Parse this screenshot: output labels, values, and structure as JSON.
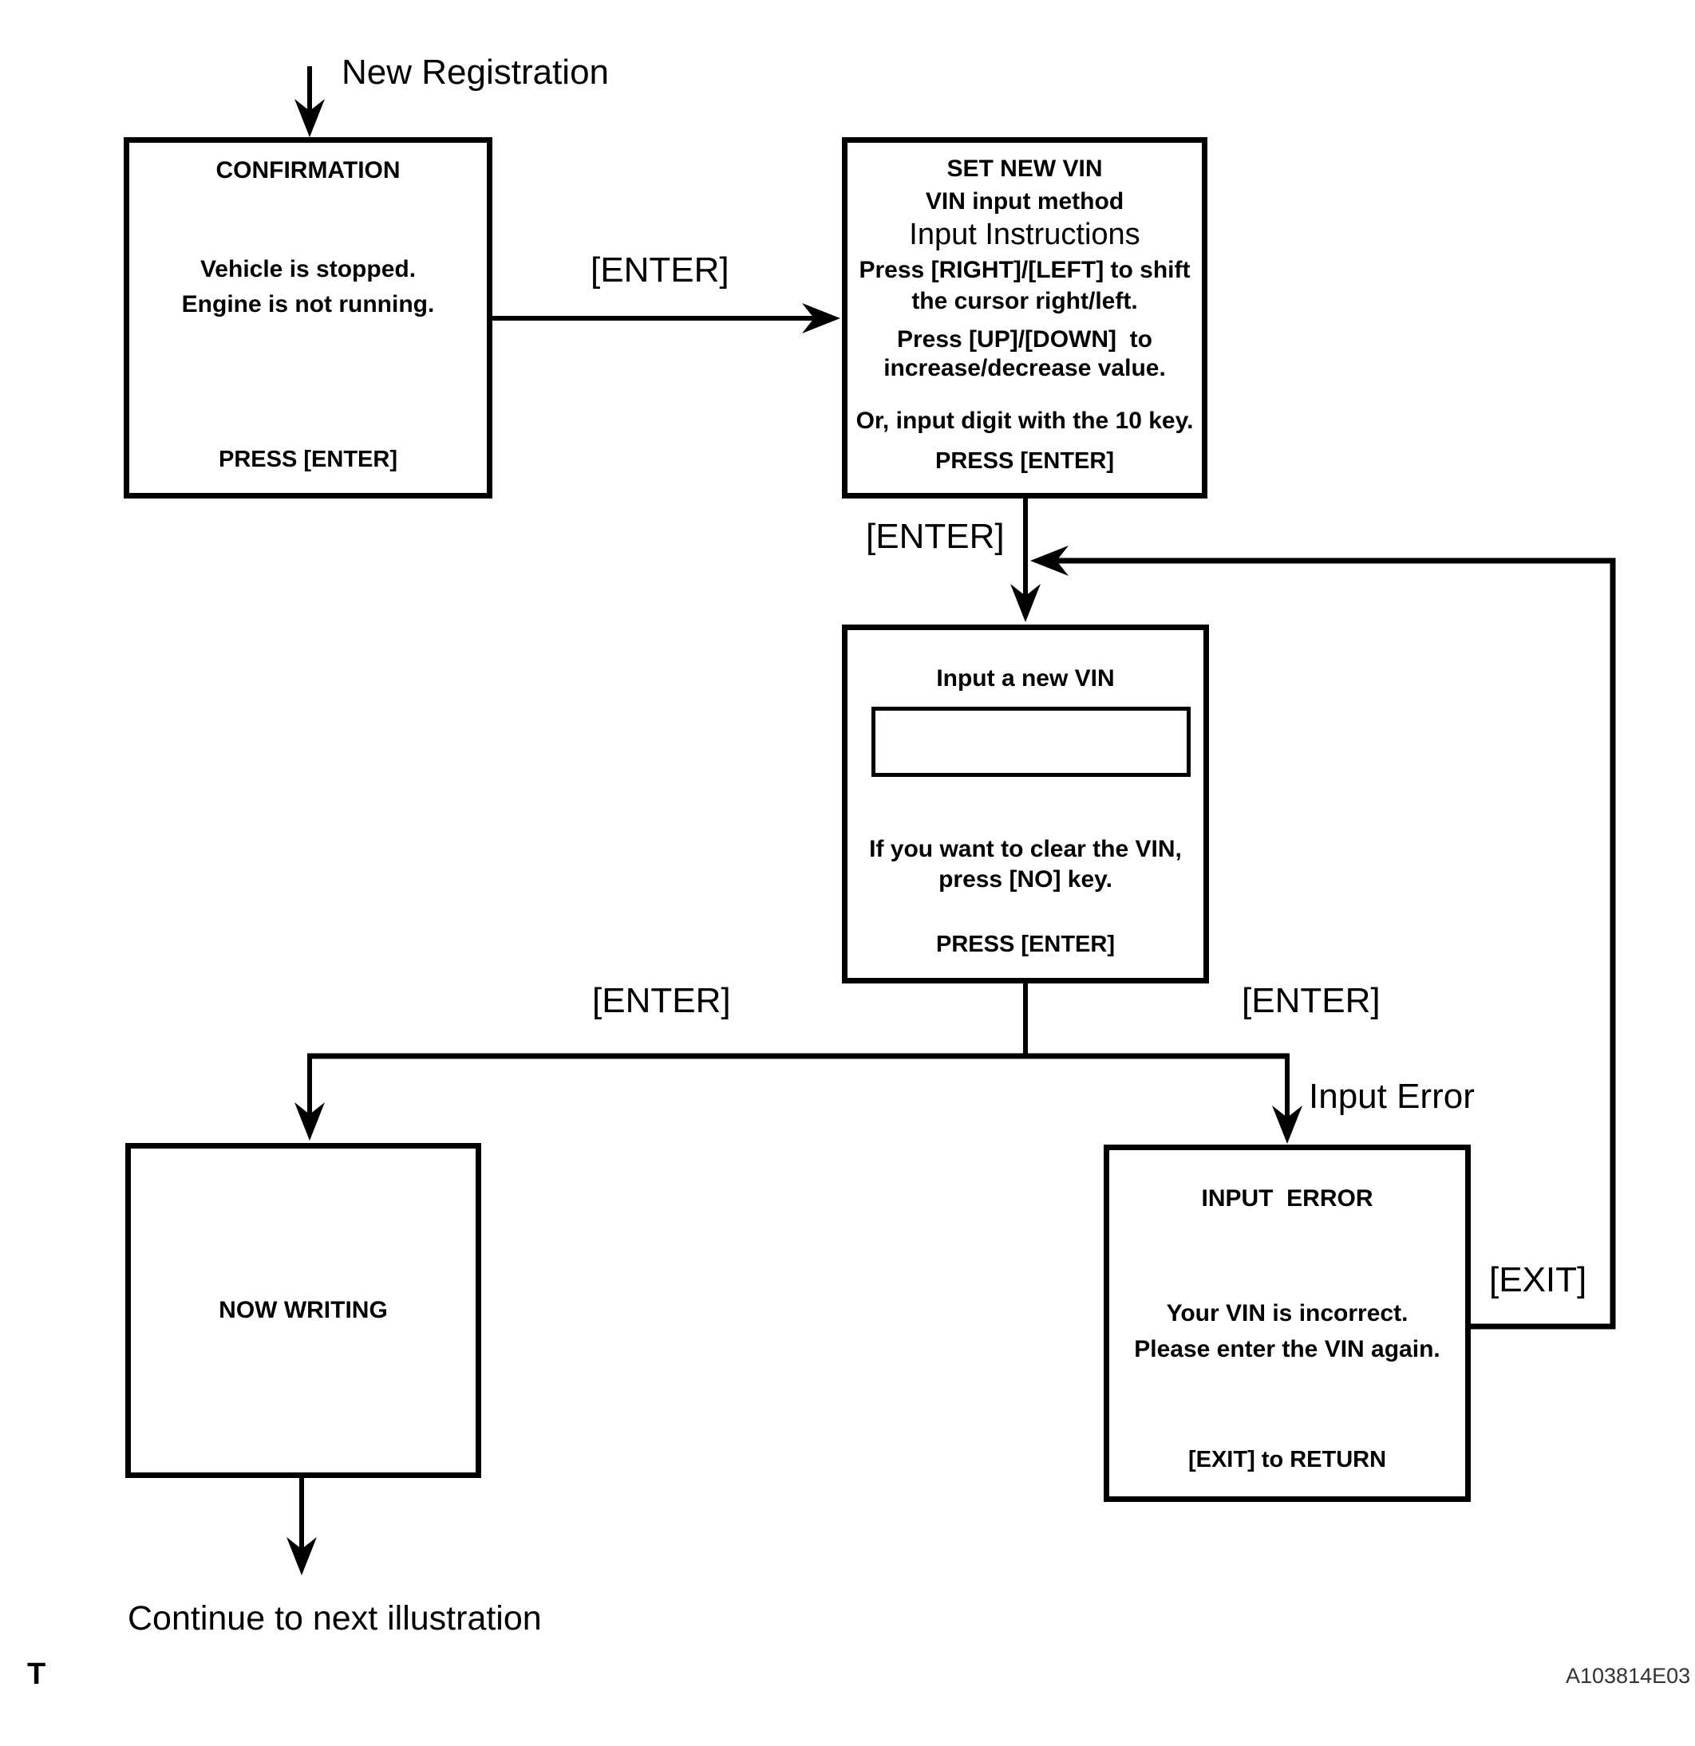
{
  "diagram_title_context": "VIN new registration flow",
  "labels": {
    "new_registration": "New Registration",
    "enter": "[ENTER]",
    "input_error": "Input Error",
    "exit": "[EXIT]",
    "continue_note": "Continue to next illustration",
    "page_marker": "T",
    "figure_id": "A103814E03"
  },
  "boxes": {
    "confirmation": {
      "title": "CONFIRMATION",
      "line1": "Vehicle is stopped.",
      "line2": "Engine is not running.",
      "footer": "PRESS [ENTER]"
    },
    "set_new_vin": {
      "title": "SET NEW VIN",
      "subtitle": "VIN input method",
      "instructions_heading": "Input Instructions",
      "line1": "Press [RIGHT]/[LEFT] to shift",
      "line2": "the cursor right/left.",
      "line3": "Press [UP]/[DOWN]  to",
      "line4": "increase/decrease value.",
      "line5": "Or, input digit with the 10 key.",
      "footer": "PRESS [ENTER]"
    },
    "input_new_vin": {
      "title": "Input a new VIN",
      "vin_field_value": "",
      "line1": "If you want to clear the VIN,",
      "line2": "press [NO] key.",
      "footer": "PRESS [ENTER]"
    },
    "now_writing": {
      "title": "NOW WRITING"
    },
    "input_error": {
      "title": "INPUT  ERROR",
      "line1": "Your VIN is incorrect.",
      "line2": "Please enter the VIN again.",
      "footer": "[EXIT] to RETURN"
    }
  },
  "colors": {
    "line": "#000000",
    "background": "#ffffff",
    "figure_id_text": "#333333"
  }
}
